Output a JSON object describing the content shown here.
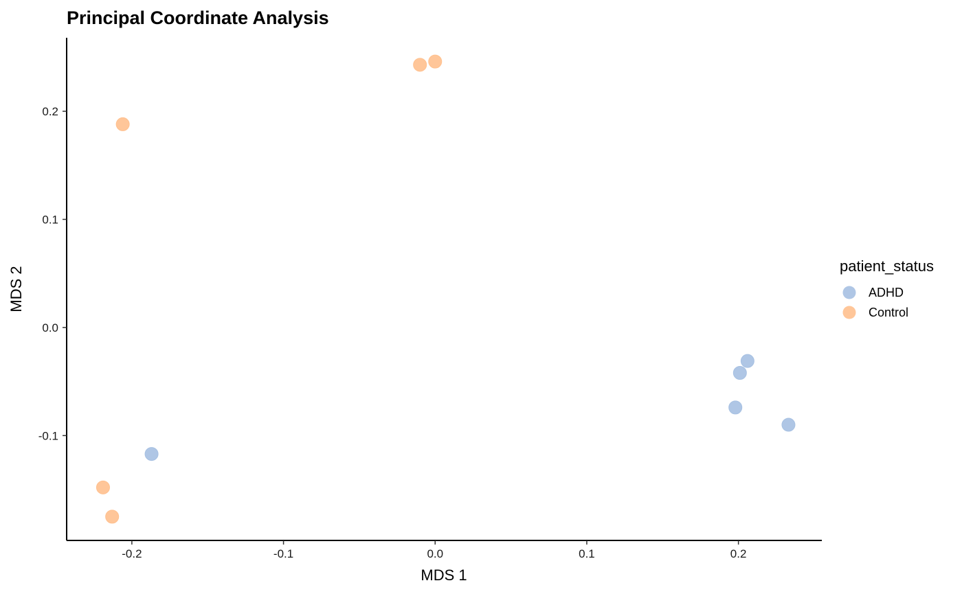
{
  "chart_data": {
    "type": "scatter",
    "title": "Principal Coordinate Analysis",
    "xlabel": "MDS 1",
    "ylabel": "MDS 2",
    "xlim": [
      -0.243,
      0.255
    ],
    "ylim": [
      -0.197,
      0.268
    ],
    "xticks": [
      -0.2,
      -0.1,
      0.0,
      0.1,
      0.2
    ],
    "xtick_labels": [
      "-0.2",
      "-0.1",
      "0.0",
      "0.1",
      "0.2"
    ],
    "yticks": [
      -0.1,
      0.0,
      0.1,
      0.2
    ],
    "ytick_labels": [
      "-0.1",
      "0.0",
      "0.1",
      "0.2"
    ],
    "grid": false,
    "legend": {
      "title": "patient_status",
      "placement": "right"
    },
    "series": [
      {
        "name": "ADHD",
        "color": "#a6c0e2",
        "points": [
          {
            "x": -0.187,
            "y": -0.117
          },
          {
            "x": 0.198,
            "y": -0.074
          },
          {
            "x": 0.201,
            "y": -0.042
          },
          {
            "x": 0.206,
            "y": -0.031
          },
          {
            "x": 0.233,
            "y": -0.09
          }
        ]
      },
      {
        "name": "Control",
        "color": "#ffc08e",
        "points": [
          {
            "x": -0.206,
            "y": 0.188
          },
          {
            "x": -0.01,
            "y": 0.243
          },
          {
            "x": 0.0,
            "y": 0.246
          },
          {
            "x": -0.219,
            "y": -0.148
          },
          {
            "x": -0.213,
            "y": -0.175
          }
        ]
      }
    ]
  }
}
